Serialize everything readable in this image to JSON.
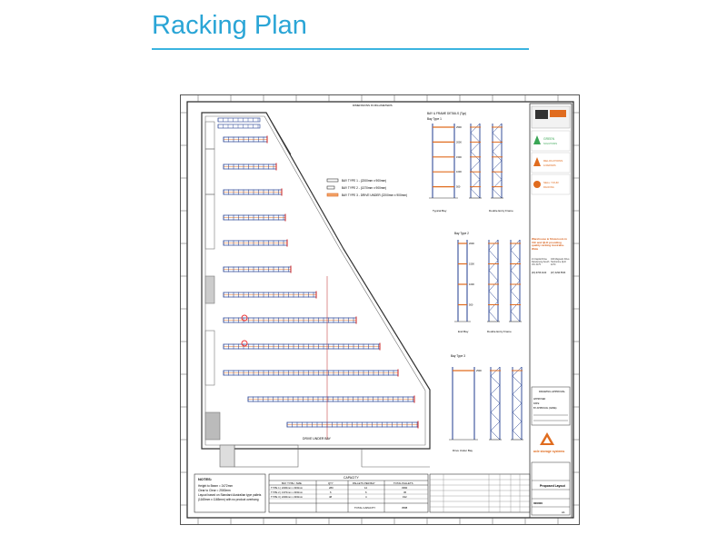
{
  "page": {
    "title": "Racking Plan"
  },
  "drawing": {
    "plan_note": "DIMENSIONS IN MILLIMETERS",
    "legend": [
      "BAY TYPE 1 - (2200mm x 900mm)",
      "BAY TYPE 2 - (1370mm x 900mm)",
      "BAY TYPE 3 - DRIVE UNDER (2200mm x 900mm)"
    ],
    "labels": {
      "drive_under": "DRIVE UNDER BAY",
      "bay_details": "BAY & FRAME DETAILS (Typ)",
      "bay_type_1": "Bay Type 1",
      "bay_type_2": "Bay Type 2",
      "bay_type_3": "Bay Type 3",
      "typical_bay": "Typical Bay",
      "double_bay": "Double Entry Frame",
      "end_bay": "End Bay",
      "drive_under_bay": "Drive Under Bay"
    },
    "levels": [
      "2500",
      "2000",
      "1500",
      "1000",
      "500"
    ],
    "notes": {
      "title": "NOTES:",
      "lines": [
        "Height to Beam = 2472mm",
        "Clear to Clear = 2500mm",
        "Layout based on Standard Australian type pallets",
        "(1165mm x 1165mm) with no product overhang"
      ]
    },
    "capacity": {
      "title": "CAPACITY",
      "headers": [
        "BAY TYPE / SIZE",
        "QTY",
        "PALLETS PER BAY",
        "TOTAL PALLETS"
      ],
      "rows": [
        [
          "TYPE 1 | 2200mm x 900mm",
          "280",
          "12",
          "3360"
        ],
        [
          "TYPE 2 | 1370mm x 900mm",
          "6",
          "6",
          "36"
        ],
        [
          "TYPE 3 | 2200mm x 900mm",
          "48",
          "4",
          "192"
        ]
      ],
      "total_label": "TOTAL CAPACITY",
      "total_value": "3588"
    },
    "title_block": {
      "green": "GREEN",
      "green_sub": "SOLUTIONS",
      "relocations": "RELOCATIONS",
      "relocations_sub": "& REPAIRS",
      "sell": "SELL YOUR",
      "sell_sub": "RACKING",
      "tagline": "Warehouse & Showroom in VIC and QLD providing quality racking Australia-Wide",
      "address_left": "21 Capitol Drive Dandenong South VIC 3175",
      "address_right": "100 Magnetic Drive Tamborine QLD 4270",
      "phone_left": "(03) 9706 4100",
      "phone_right": "(07) 3290 5533",
      "approval_title": "DRAWING APPROVAL",
      "approval_lines": [
        "APPROVED",
        "DATE:",
        "BY APPROVAL (NAME)"
      ],
      "brand": "axle storage systems",
      "drawing_label": "Proposed Layout",
      "drawing_number": "000000",
      "sheet": "A1"
    }
  }
}
